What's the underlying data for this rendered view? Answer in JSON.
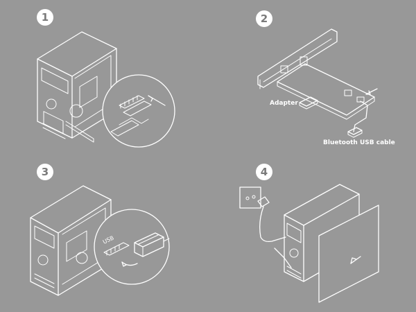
{
  "steps": [
    {
      "number": "1"
    },
    {
      "number": "2"
    },
    {
      "number": "3"
    },
    {
      "number": "4"
    }
  ],
  "labels": {
    "adapter": "Adapter",
    "bluetooth_cable": "Bluetooth USB cable",
    "usb_header": "USB"
  },
  "colors": {
    "background": "#989898",
    "line": "#ffffff",
    "badge_text": "#7a7a7a"
  }
}
